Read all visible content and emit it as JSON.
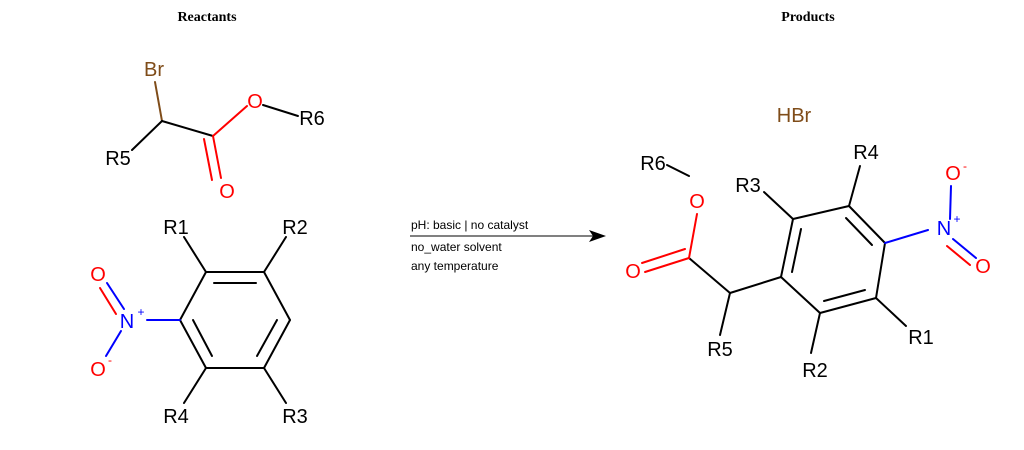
{
  "headers": {
    "reactants": "Reactants",
    "products": "Products"
  },
  "conditions": [
    "pH: basic | no catalyst",
    "no_water solvent",
    "any temperature"
  ],
  "reactant1": {
    "br": "Br",
    "o_ester": "O",
    "o_carbonyl": "O",
    "r5": "R5",
    "r6": "R6"
  },
  "reactant2": {
    "r1": "R1",
    "r2": "R2",
    "r3": "R3",
    "r4": "R4",
    "n": "N",
    "n_charge": "+",
    "o_top": "O",
    "o_bottom": "O",
    "o_charge": "-"
  },
  "product": {
    "hbr": "HBr",
    "r6": "R6",
    "r3": "R3",
    "r4": "R4",
    "r5": "R5",
    "r2": "R2",
    "r1": "R1",
    "o_ester": "O",
    "o_carbonyl": "O",
    "n": "N",
    "n_charge": "+",
    "o_top": "O",
    "o_charge": "-",
    "o_right": "O"
  },
  "colors": {
    "bond": "#000000",
    "oxygen": "#ff0000",
    "nitrogen": "#0000ff",
    "bromine": "#7f4c19"
  }
}
